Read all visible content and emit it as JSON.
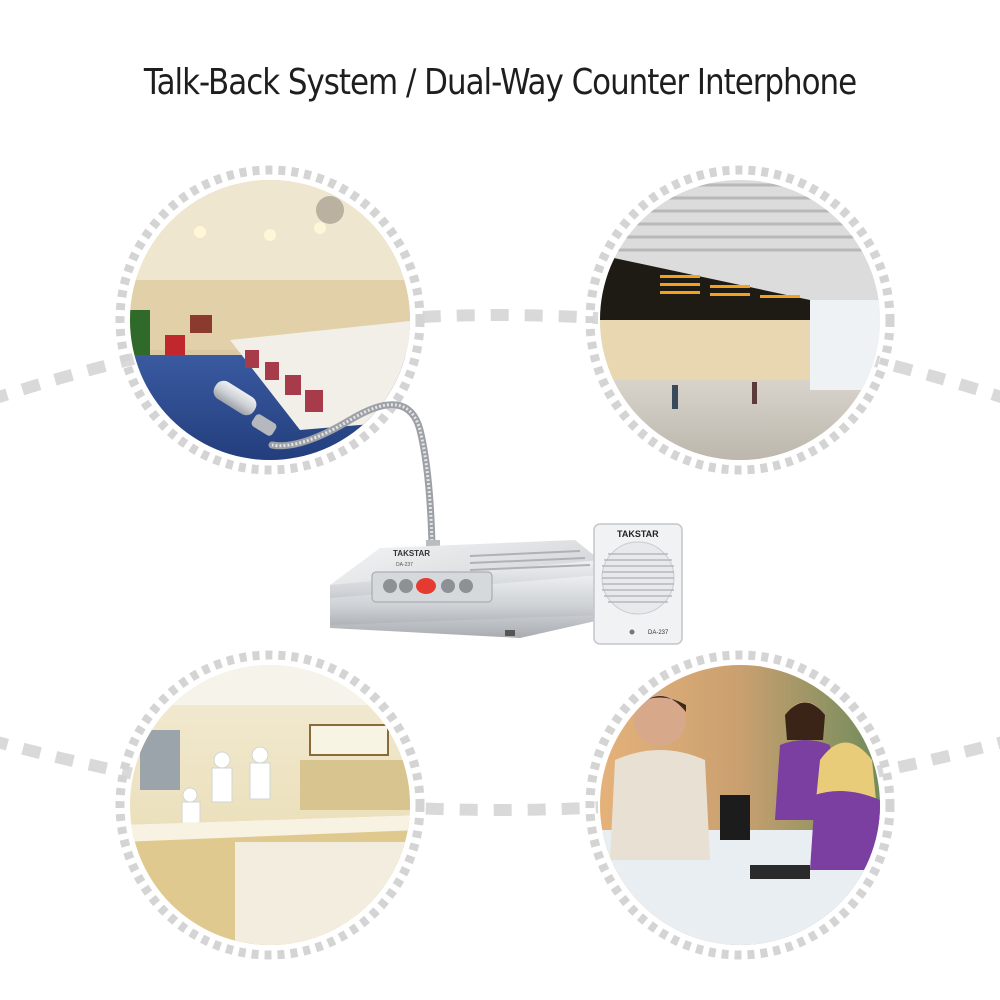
{
  "page": {
    "title": "Talk-Back System / Dual-Way Counter Interphone"
  },
  "product": {
    "base_brand": "TAKSTAR",
    "base_model": "DA-237",
    "speaker_brand": "TAKSTAR",
    "speaker_model": "DA-237"
  },
  "scenes": [
    {
      "name": "bank-counter-hall"
    },
    {
      "name": "train-station-ticket-hall"
    },
    {
      "name": "hospital-reception"
    },
    {
      "name": "customer-service-desk"
    }
  ],
  "colors": {
    "dash": "#d9d9d9",
    "title_text": "#1e1e1e",
    "device_silver": "#c9ccd0",
    "red_button": "#e43a2f"
  }
}
